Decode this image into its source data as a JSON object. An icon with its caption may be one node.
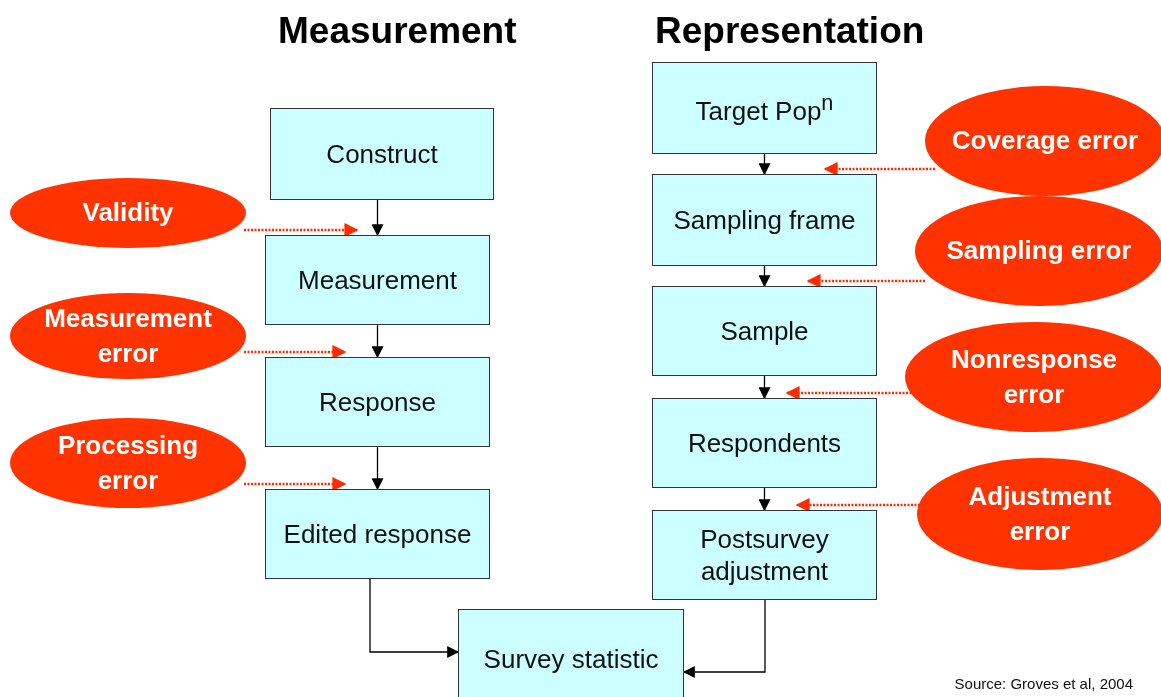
{
  "diagram": {
    "nodes": [
      {
        "text": [
          "Construct"
        ]
      },
      {
        "text": [
          "Measurement"
        ]
      },
      {
        "text": [
          "Response"
        ]
      },
      {
        "text": [
          "Edited response"
        ]
      },
      {
        "text": [
          "Target Pop$^{n}$"
        ]
      },
      {
        "text": [
          "Sampling frame"
        ]
      },
      {
        "text": [
          "Sample"
        ]
      },
      {
        "text": [
          "Respondents"
        ]
      },
      {
        "text": [
          "Postsurvey adjustment"
        ]
      },
      {
        "text": [
          "Survey statistic"
        ]
      },
      {
        "text": [
          "Validity"
        ]
      },
      {
        "text": [
          "Measurement error"
        ]
      },
      {
        "text": [
          "Processing error"
        ]
      },
      {
        "text": [
          "Coverage error"
        ]
      },
      {
        "text": [
          "Sampling error"
        ]
      },
      {
        "text": [
          "Nonresponse error"
        ]
      },
      {
        "text": [
          "Adjustment error"
        ]
      }
    ],
    "edges": [
      {
        "from": 0,
        "to": 1,
        "arrow": "to"
      },
      {
        "from": 1,
        "to": 2,
        "arrow": "to"
      },
      {
        "from": 2,
        "to": 3,
        "arrow": "to"
      },
      {
        "from": 4,
        "to": 5,
        "arrow": "to"
      },
      {
        "from": 5,
        "to": 6,
        "arrow": "to"
      },
      {
        "from": 6,
        "to": 7,
        "arrow": "to"
      },
      {
        "from": 7,
        "to": 8,
        "arrow": "to"
      },
      {
        "from": 3,
        "to": 9,
        "arrow": "to"
      },
      {
        "from": 8,
        "to": 9,
        "arrow": "to"
      },
      {
        "from": 10,
        "to": 1,
        "arrow": "to",
        "style": "dashed",
        "color": "#ff2a00"
      },
      {
        "from": 11,
        "to": 2,
        "arrow": "to",
        "style": "dashed",
        "color": "#ff2a00"
      },
      {
        "from": 12,
        "to": 3,
        "arrow": "to",
        "style": "dashed",
        "color": "#ff2a00"
      },
      {
        "from": 13,
        "to": 5,
        "arrow": "to",
        "style": "dashed",
        "color": "#ff2a00"
      },
      {
        "from": 14,
        "to": 6,
        "arrow": "to",
        "style": "dashed",
        "color": "#ff2a00"
      },
      {
        "from": 15,
        "to": 7,
        "arrow": "to",
        "style": "dashed",
        "color": "#ff2a00"
      },
      {
        "from": 16,
        "to": 8,
        "arrow": "to",
        "style": "dashed",
        "color": "#ff2a00"
      }
    ],
    "labels": [
      "Measurement",
      "Representation",
      "Source: Groves et al, 2004"
    ]
  }
}
